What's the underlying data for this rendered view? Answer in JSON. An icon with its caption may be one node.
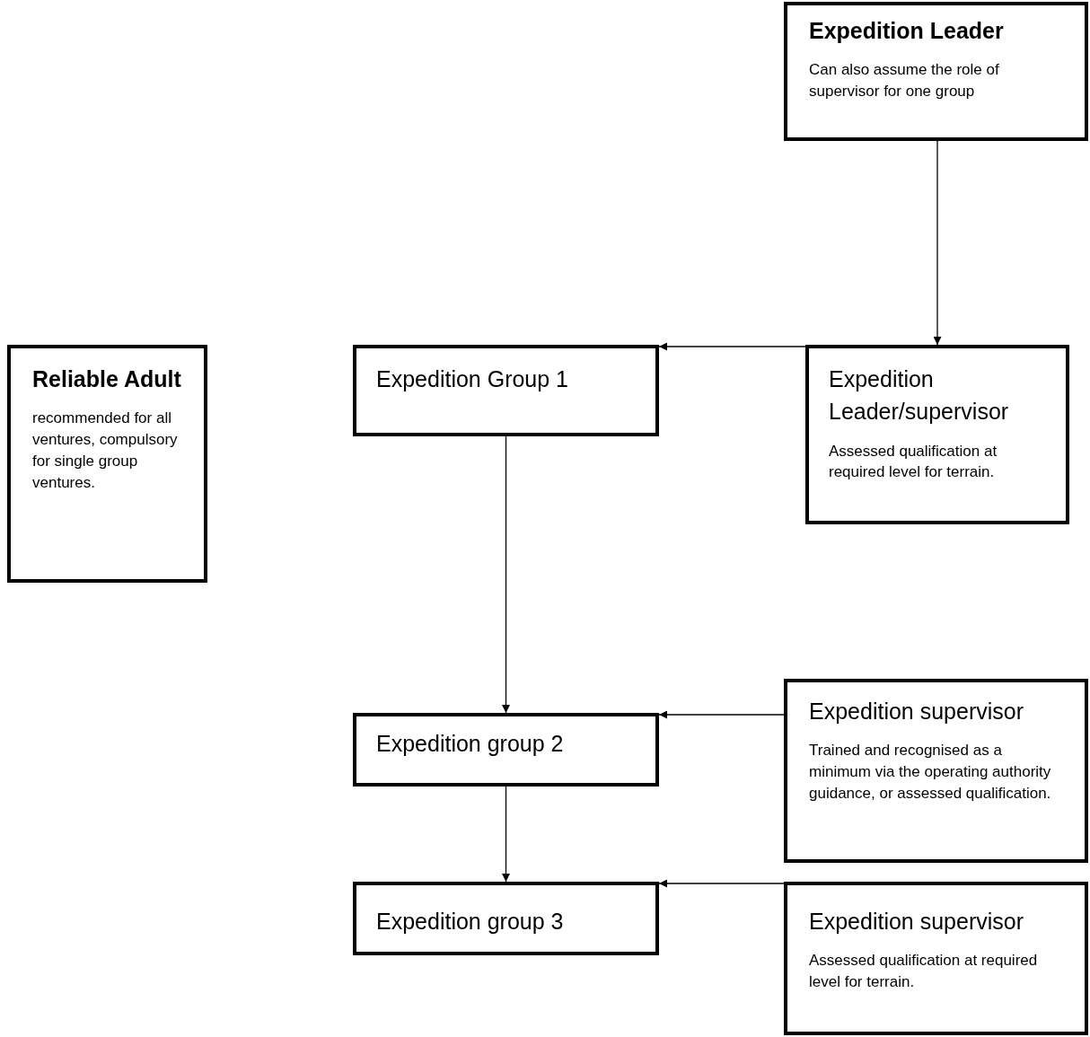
{
  "diagram": {
    "nodes": [
      {
        "text": [
          "Expedition Leader",
          "Can also assume the role of supervisor for one group"
        ]
      },
      {
        "text": [
          "Reliable Adult",
          "recommended for all ventures, compulsory for single group ventures."
        ]
      },
      {
        "text": [
          "Expedition Group 1"
        ]
      },
      {
        "text": [
          "Expedition Leader/supervisor",
          "Assessed qualification at required level for terrain."
        ]
      },
      {
        "text": [
          "Expedition group 2"
        ]
      },
      {
        "text": [
          "Expedition supervisor",
          "Trained and recognised as a minimum via the operating authority guidance, or assessed qualification."
        ]
      },
      {
        "text": [
          "Expedition group 3"
        ]
      },
      {
        "text": [
          "Expedition supervisor",
          "Assessed qualification at required level for terrain."
        ]
      }
    ],
    "edges": [
      {
        "from": 0,
        "to": 3,
        "arrow": "to"
      },
      {
        "from": 3,
        "to": 2,
        "arrow": "to"
      },
      {
        "from": 2,
        "to": 4,
        "arrow": "to"
      },
      {
        "from": 5,
        "to": 4,
        "arrow": "to"
      },
      {
        "from": 4,
        "to": 6,
        "arrow": "to"
      },
      {
        "from": 7,
        "to": 6,
        "arrow": "to"
      }
    ]
  }
}
